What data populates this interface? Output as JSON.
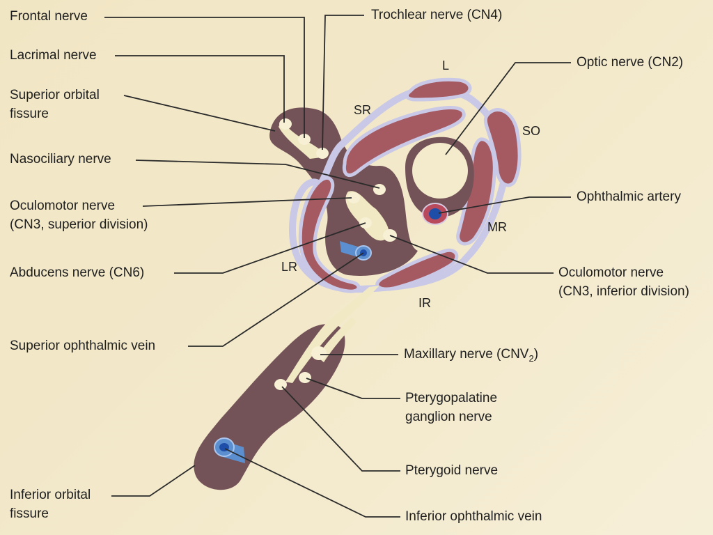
{
  "labels": {
    "frontal_nerve": "Frontal nerve",
    "lacrimal_nerve": "Lacrimal nerve",
    "superior_orbital_fissure": {
      "line1": "Superior orbital",
      "line2": "fissure"
    },
    "nasociliary_nerve": "Nasociliary nerve",
    "oculomotor_superior": {
      "line1": "Oculomotor nerve",
      "line2": "(CN3, superior division)"
    },
    "abducens_nerve": "Abducens nerve (CN6)",
    "superior_ophthalmic_vein": "Superior ophthalmic vein",
    "inferior_orbital_fissure": {
      "line1": "Inferior orbital",
      "line2": "fissure"
    },
    "trochlear_nerve": "Trochlear nerve (CN4)",
    "optic_nerve": "Optic nerve (CN2)",
    "ophthalmic_artery": "Ophthalmic artery",
    "oculomotor_inferior": {
      "line1": "Oculomotor nerve",
      "line2": "(CN3, inferior division)"
    },
    "maxillary_nerve": {
      "text": "Maxillary nerve (CNV",
      "sub": "2",
      "close": ")"
    },
    "pterygopalatine_nerve": {
      "line1": "Pterygopalatine",
      "line2": "ganglion nerve"
    },
    "pterygoid_nerve": "Pterygoid nerve",
    "inferior_ophthalmic_vein": "Inferior ophthalmic vein"
  },
  "muscles": {
    "L": "L",
    "SR": "SR",
    "SO": "SO",
    "MR": "MR",
    "LR": "LR",
    "IR": "IR"
  },
  "colors": {
    "background": "#f2e8c8",
    "fissure": "#735357",
    "muscle": "#a55a62",
    "muscle_sheath": "#c9c8e6",
    "nerve": "#f1e9c3",
    "vein": "#5b8fd0",
    "vein_lumen": "#1f4ea8",
    "artery": "#b84a5c",
    "leader_line": "#2a2a2a"
  }
}
